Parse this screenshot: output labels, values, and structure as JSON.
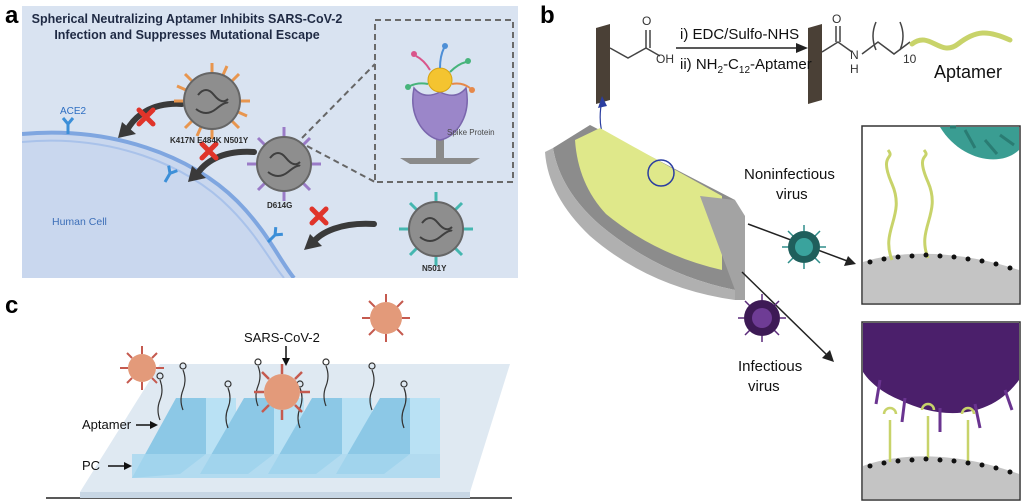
{
  "panels": {
    "a": {
      "label": "a",
      "title_line1": "Spherical Neutralizing Aptamer Inhibits SARS-CoV-2",
      "title_line2": "Infection and Suppresses Mutational Escape",
      "ace2_label": "ACE2",
      "cell_label": "Human Cell",
      "variant1": "K417N E484K N501Y",
      "variant2": "D614G",
      "variant3": "N501Y",
      "inset_label": "Spike Protein",
      "colors": {
        "background": "#d9e3f1",
        "cell_edge": "#7fa6e0",
        "virus1": "#e8964f",
        "virus2": "#9a7bc7",
        "virus3": "#45b7b0",
        "block": "#e0342a"
      }
    },
    "b": {
      "label": "b",
      "step1": "i) EDC/Sulfo-NHS",
      "step2_prefix": "ii) NH",
      "step2_sub1": "2",
      "step2_mid": "-C",
      "step2_sub2": "12",
      "step2_suffix": "-Aptamer",
      "chem_o": "O",
      "chem_oh": "OH",
      "chem_n": "N",
      "chem_h": "H",
      "chem_repeat": "10",
      "aptamer_label": "Aptamer",
      "noninfectious_line1": "Noninfectious",
      "noninfectious_line2": "virus",
      "infectious_line1": "Infectious",
      "infectious_line2": "virus",
      "colors": {
        "coating": "#dfe88a",
        "aptamer": "#c8d36a",
        "teal_virus": "#2f8e8a",
        "purple_virus": "#5b2a7a"
      }
    },
    "c": {
      "label": "c",
      "virus_label": "SARS-CoV-2",
      "aptamer_label": "Aptamer",
      "pc_label": "PC",
      "colors": {
        "ridge": "#9fd3ec",
        "virus": "#e39a7a",
        "spike": "#c55a4f"
      }
    }
  }
}
